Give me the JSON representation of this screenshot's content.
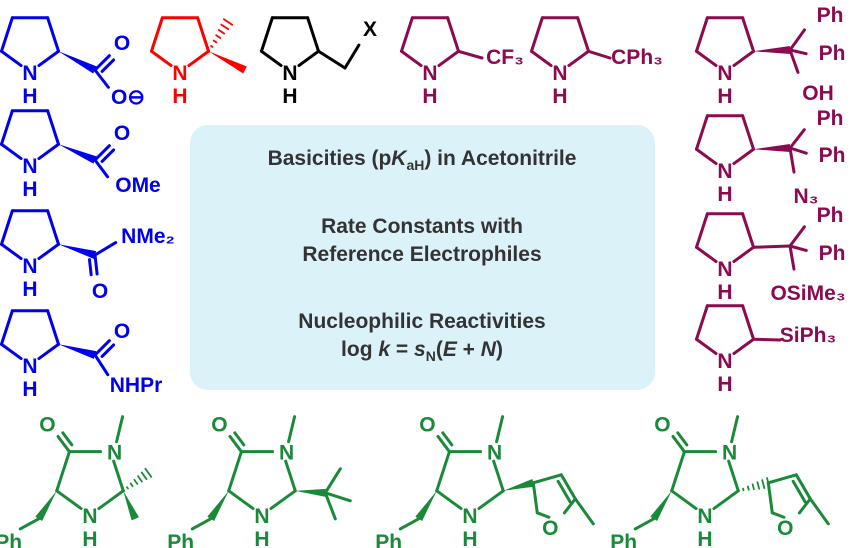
{
  "colors": {
    "blue": "#0000ee",
    "red": "#ff0000",
    "black": "#000000",
    "purple": "#8b0a50",
    "green": "#1a8a3a",
    "box": "#dcf2f9"
  },
  "atoms": {
    "N": "N",
    "H": "H",
    "O": "O",
    "Ominus": "O⊖",
    "X": "X",
    "Ph": "Ph",
    "NH": "NH"
  },
  "substituents": {
    "CF3": "CF₃",
    "CPh3": "CPh₃",
    "OH": "OH",
    "OMe": "OMe",
    "NMe2": "NMe₂",
    "NHPr": "NHPr",
    "N3": "N₃",
    "OSiMe3": "OSiMe₃",
    "SiPh3": "SiPh₃"
  },
  "center": {
    "line1": "Basicities (pKaH) in Acetonitrile",
    "line2": "Rate Constants with",
    "line3": "Reference Electrophiles",
    "line4": "Nucleophilic Reactivities",
    "line5": "log k = sN(E + N)"
  }
}
